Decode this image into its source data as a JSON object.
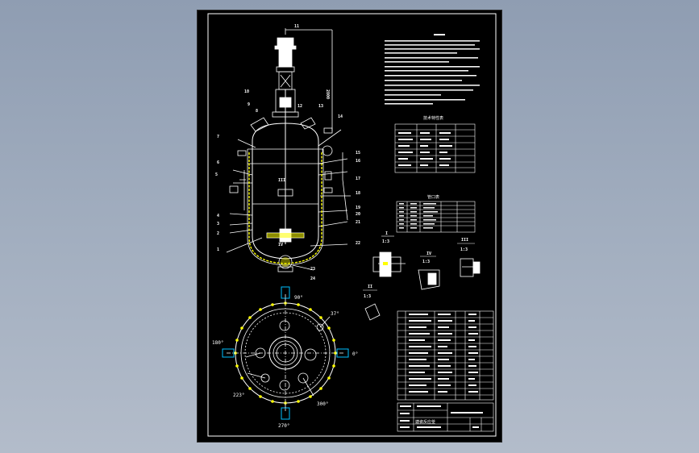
{
  "sheet": {
    "part_numbers": [
      "11",
      "10",
      "9",
      "8",
      "7",
      "6",
      "5",
      "4",
      "3",
      "2",
      "1",
      "12",
      "13",
      "14",
      "15",
      "16",
      "17",
      "18",
      "19",
      "20",
      "21",
      "22",
      "23",
      "24"
    ],
    "detail_marks": [
      "I",
      "II",
      "III",
      "IV"
    ],
    "scales": {
      "I": "1:3",
      "II": "1:3",
      "III": "1:3",
      "IV": "1:3"
    },
    "angles": {
      "top": "90°",
      "left": "180°",
      "right": "0°",
      "upper_right": "37°",
      "lower_left": "223°",
      "lower_right": "300°",
      "bottom": "270°"
    },
    "dimension": "2800",
    "table_titles": {
      "technical": "技术特性表",
      "nozzles": "管口表"
    },
    "title_block": {
      "label": "搪瓷反应釜"
    }
  },
  "colors": {
    "background": "#9aa7ba",
    "paper": "#000000",
    "line": "#ffffff",
    "accent": "#ffff00",
    "nozzle": "#00bfff"
  }
}
